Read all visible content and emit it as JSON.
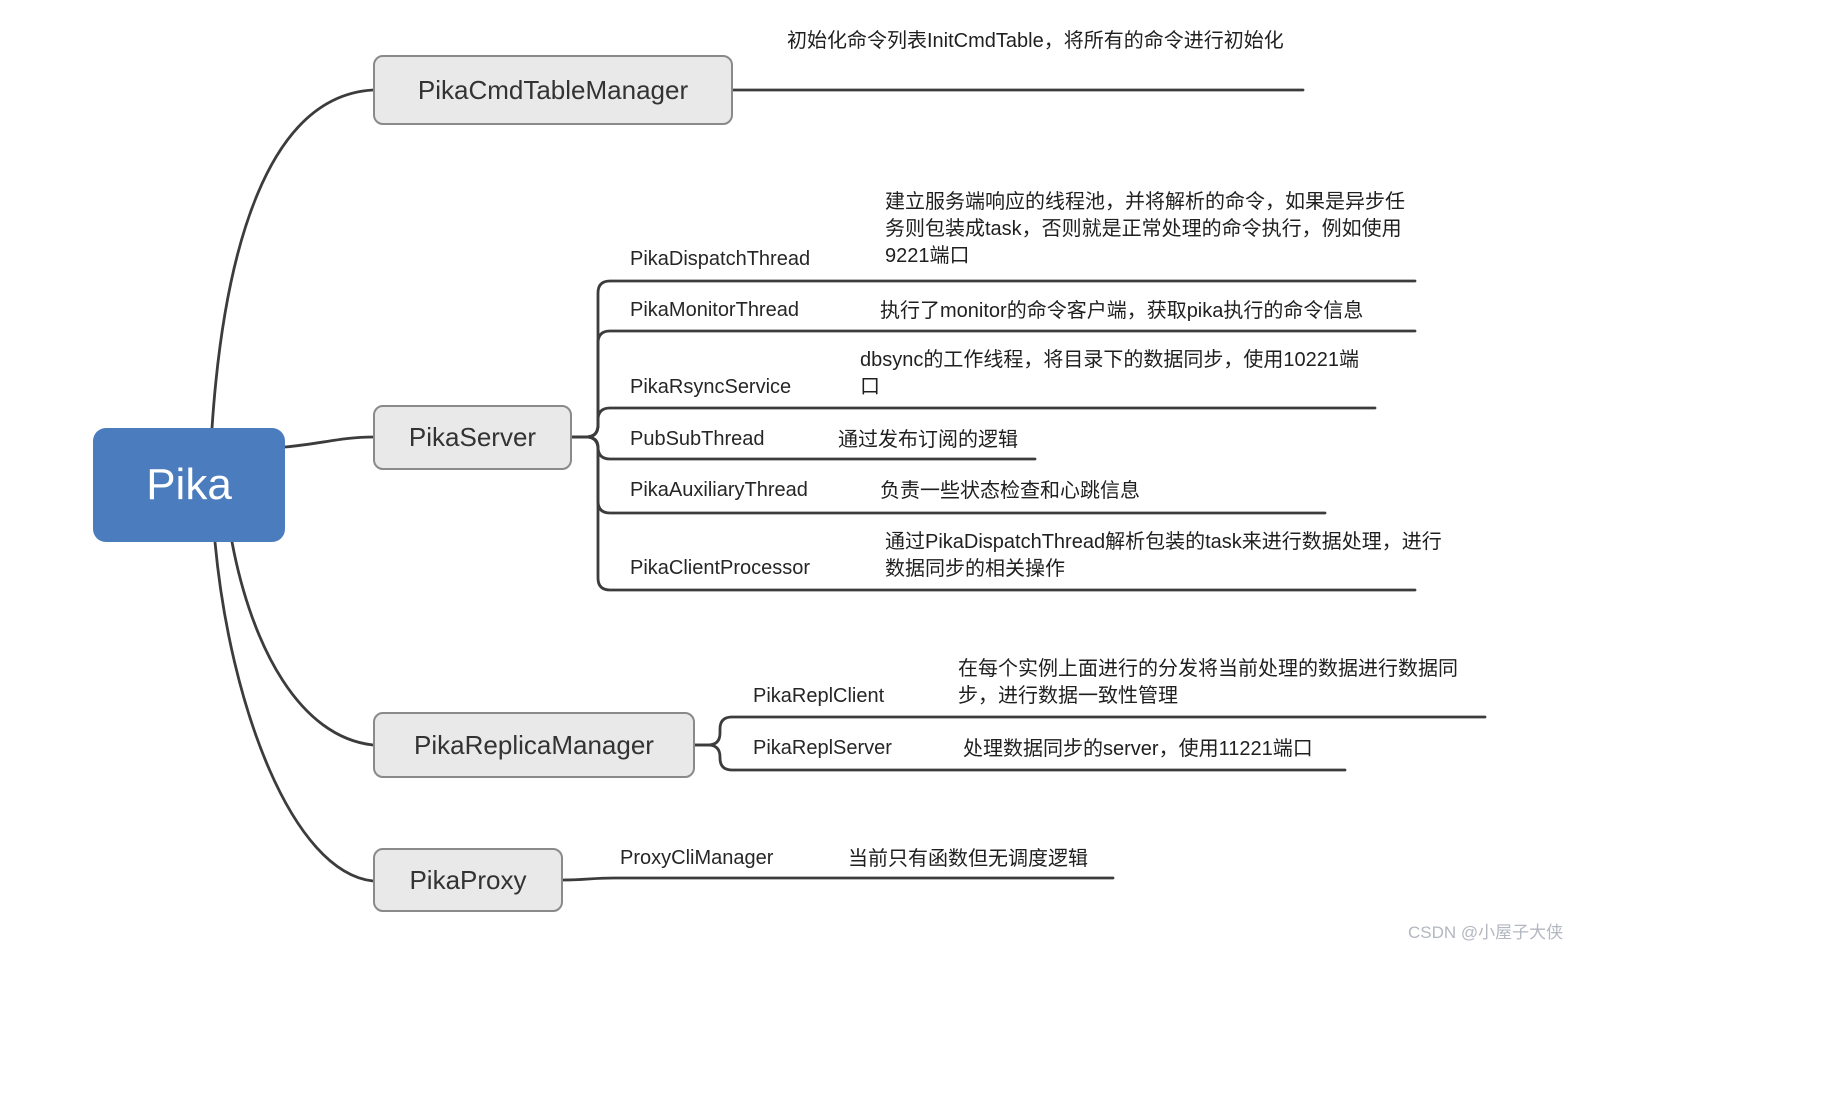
{
  "root": {
    "label": "Pika",
    "color": "#4a7cbe"
  },
  "branches": [
    {
      "label": "PikaCmdTableManager",
      "note": "初始化命令列表InitCmdTable，将所有的命令进行初始化",
      "children": []
    },
    {
      "label": "PikaServer",
      "children": [
        {
          "label": "PikaDispatchThread",
          "note": "建立服务端响应的线程池，并将解析的命令，如果是异步任务则包装成task，否则就是正常处理的命令执行，例如使用9221端口"
        },
        {
          "label": "PikaMonitorThread",
          "note": "执行了monitor的命令客户端，获取pika执行的命令信息"
        },
        {
          "label": "PikaRsyncService",
          "note": "dbsync的工作线程，将目录下的数据同步，使用10221端口"
        },
        {
          "label": "PubSubThread",
          "note": "通过发布订阅的逻辑"
        },
        {
          "label": "PikaAuxiliaryThread",
          "note": "负责一些状态检查和心跳信息"
        },
        {
          "label": "PikaClientProcessor",
          "note": "通过PikaDispatchThread解析包装的task来进行数据处理，进行数据同步的相关操作"
        }
      ]
    },
    {
      "label": "PikaReplicaManager",
      "children": [
        {
          "label": "PikaReplClient",
          "note": "在每个实例上面进行的分发将当前处理的数据进行数据同步，进行数据一致性管理"
        },
        {
          "label": "PikaReplServer",
          "note": "处理数据同步的server，使用11221端口"
        }
      ]
    },
    {
      "label": "PikaProxy",
      "children": [
        {
          "label": "ProxyCliManager",
          "note": "当前只有函数但无调度逻辑"
        }
      ]
    }
  ],
  "watermark": "CSDN @小屋子大侠",
  "colors": {
    "line": "#3c3c3c",
    "node_fill": "#e9e9e9",
    "node_border": "#8a8a8a",
    "root_fill": "#4a7cbe"
  }
}
